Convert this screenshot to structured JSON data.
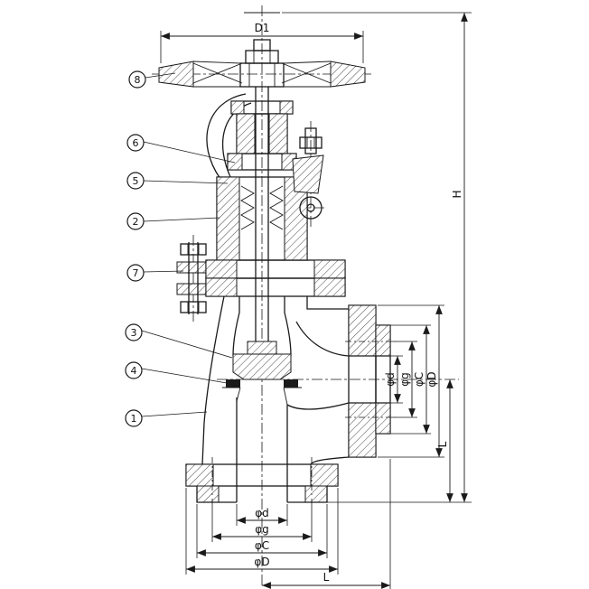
{
  "drawing": {
    "dims": {
      "d1": "D1",
      "h": "H",
      "l_right": "L",
      "l_bottom": "L"
    },
    "right_stack": {
      "d": "φd",
      "g": "φg",
      "c": "φC",
      "dd": "φD"
    },
    "bottom_stack": {
      "d": "φd",
      "g": "φg",
      "c": "φC",
      "dd": "φD"
    },
    "balloons": {
      "n1": "1",
      "n2": "2",
      "n3": "3",
      "n4": "4",
      "n5": "5",
      "n6": "6",
      "n7": "7",
      "n8": "8"
    }
  },
  "colors": {
    "line": "#1a1a1a",
    "background": "#ffffff"
  }
}
